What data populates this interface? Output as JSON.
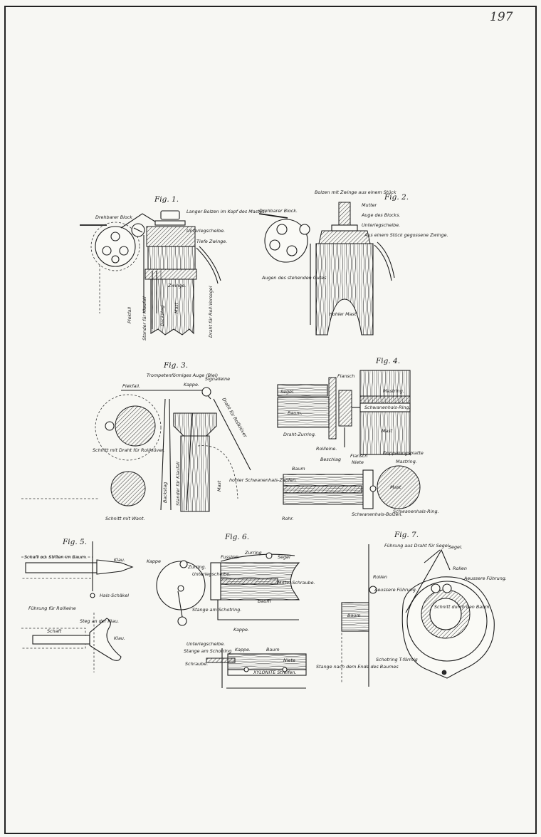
{
  "page_number": "197",
  "fig1": {
    "title": "Fig. 1.",
    "labels": {
      "drehbarer_block": "Drehbarer Block",
      "langer_bolzen": "Langer Bolzen im Kopf des Mastes.",
      "unterlegscheibe": "Unterlegscheibe.",
      "tiefe_zwinge": "Tiefe Zwinge.",
      "zwinge": "Zwinge.",
      "piekfall": "Piekfall",
      "stander": "Stander für Klaufall",
      "backstag": "Backstag",
      "mast": "Mast",
      "draht": "Draht für Roll-Vorsegel"
    }
  },
  "fig2": {
    "title": "Fig. 2.",
    "labels": {
      "bolzen": "Bolzen mit Zwinge aus einem Stück",
      "mutter": "Mutter",
      "drehbarer_block": "Drehbarer Block.",
      "auge": "Auge des Blocks.",
      "unterlegscheibe": "Unterlegscheibe.",
      "aus_einem_stueck": "Aus einem Stück gegossene Zwinge.",
      "augen": "Augen des stehenden Gutes",
      "hohler_mast": "Hohler Mast"
    }
  },
  "fig3": {
    "title": "Fig. 3.",
    "labels": {
      "trompeten": "Trompetenförmiges Auge (Blei)",
      "piekfall": "Piekfall.",
      "kappe": "Kappe.",
      "signalleine": "Signalleine",
      "draht_rollkluever": "Draht für Rollklüver",
      "schnitt_draht": "Schnitt mit Draht für Rollklüver.",
      "schnitt_want": "Schnitt mit Want.",
      "backstag": "Backstag",
      "stander": "Stander für Klaufall",
      "mast": "Mast"
    }
  },
  "fig4": {
    "title": "Fig. 4.",
    "labels": {
      "flansch": "Flansch",
      "segel": "Segel.",
      "mastring": "Mastring.",
      "baum": "Baum.",
      "schwanenhals_ring": "Schwanenhals-Ring.",
      "draht_zurring": "Draht-Zurring.",
      "mast": "Mast",
      "rollleine": "Rollleine.",
      "beschlag": "Beschlag",
      "flansch2": "Flansch",
      "niete": "Niete",
      "doppelungsplatte": "Doppelungsplatte",
      "mastring2": "Mastring.",
      "baum2": "Baum",
      "hohler_zapfen": "hohler Schwanenhals-Zapfen.",
      "mast2": "Mast",
      "rohr": "Rohr.",
      "schwanenhals_bolzen": "Schwanenhals-Bolzen.",
      "schwanenhals_ring2": "Schwanenhals-Ring."
    }
  },
  "fig5": {
    "title": "Fig. 5.",
    "labels": {
      "schaft_stiften": "Schaft od. Stiften im Baum.",
      "klau": "Klau.",
      "hals_schaekel": "Hals-Schäkel",
      "fuehrung": "Führung für Rollleine",
      "steg": "Steg an der Klau.",
      "schaft": "Schaft",
      "klau2": "Klau."
    }
  },
  "fig6": {
    "title": "Fig. 6.",
    "labels": {
      "zurring": "Zurring.",
      "fussliek": "Fussliek",
      "zurring2": "Zurring",
      "segel": "Segel",
      "kappe": "Kappe",
      "unterlegscheibe": "Unterlegscheibe.",
      "mittel_schraube": "Mittel-Schraube.",
      "baum": "Baum",
      "stange": "Stange am Schotring.",
      "kappe2": "Kappe.",
      "unterlegscheibe2": "Unterlegscheibe.",
      "stange2": "Stange am Schotring",
      "kappe3": "Kappe.",
      "baum2": "Baum",
      "schraube": "Schraube.",
      "niete": "Niete",
      "xylonite": "XYLONITE Streifen."
    }
  },
  "fig7": {
    "title": "Fig. 7.",
    "labels": {
      "fuehrung_draht": "Führung aus Draht für Segel.",
      "segel": "Segel.",
      "rollen": "Rollen",
      "aeussere": "Aeussere Führung.",
      "rollen2": "Rollen",
      "aeussere2": "Aeussere Führung.",
      "baum": "Baum",
      "schnitt": "Schnitt durch den Baum.",
      "stange_ende": "Stange nach dem Ende des Baumes",
      "schotring": "Schotring T-förmig"
    }
  }
}
